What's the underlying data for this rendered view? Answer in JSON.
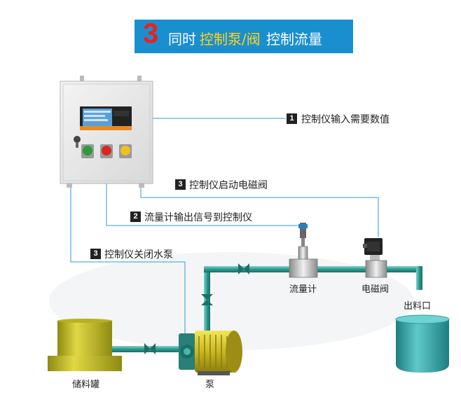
{
  "banner": {
    "number": "3",
    "text_part1": "同时",
    "text_part2": "控制泵/阀",
    "text_part3": "控制流量"
  },
  "steps": [
    {
      "num": "1",
      "text": "控制仪输入需要数值"
    },
    {
      "num": "3",
      "text": "控制仪启动电磁阀"
    },
    {
      "num": "2",
      "text": "流量计输出信号到控制仪"
    },
    {
      "num": "3",
      "text": "控制仪关闭水泵"
    }
  ],
  "labels": {
    "flowmeter": "流量计",
    "valve": "电磁阀",
    "outlet": "出料口",
    "tank": "储料罐",
    "pump": "泵"
  },
  "colors": {
    "banner_bg": "#1a8fd0",
    "banner_number": "#e8231b",
    "banner_highlight": "#ffd21a",
    "pipe": "#2a9a8e",
    "signal_line": "#5ab0e0",
    "tank": "#c9c227",
    "pump_motor": "#d4c431",
    "outlet_bucket": "#3aa6a8",
    "cabinet": "#e6e6e6",
    "btn_green": "#2e9a3a",
    "btn_red": "#d6281f",
    "btn_yellow": "#f0c020"
  }
}
